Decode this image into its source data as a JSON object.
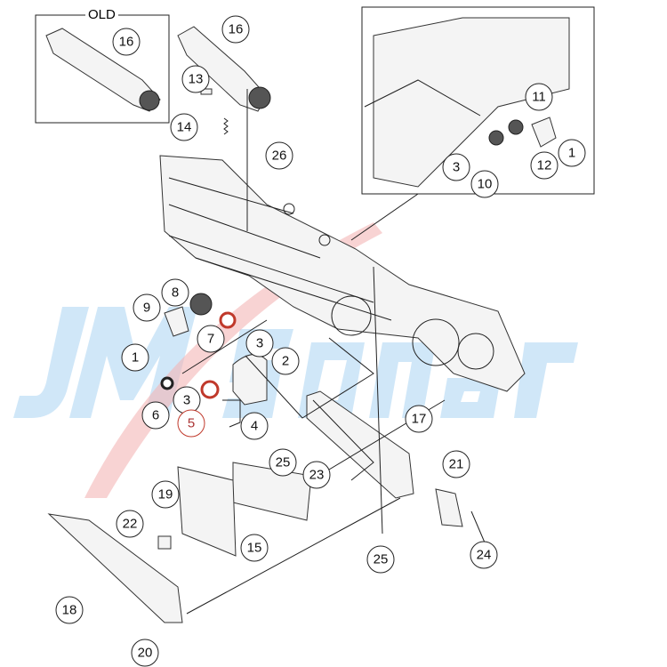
{
  "diagram": {
    "old_label": "OLD",
    "watermark": "JMSonar",
    "accent_red": "#c0392b",
    "watermark_color": "#a9d4f2",
    "callouts": [
      {
        "id": "c-16-old",
        "label": "16"
      },
      {
        "id": "c-16",
        "label": "16"
      },
      {
        "id": "c-13",
        "label": "13"
      },
      {
        "id": "c-14",
        "label": "14"
      },
      {
        "id": "c-26",
        "label": "26"
      },
      {
        "id": "c-11",
        "label": "11"
      },
      {
        "id": "c-3-inset",
        "label": "3"
      },
      {
        "id": "c-10",
        "label": "10"
      },
      {
        "id": "c-12",
        "label": "12"
      },
      {
        "id": "c-1-inset",
        "label": "1"
      },
      {
        "id": "c-9",
        "label": "9"
      },
      {
        "id": "c-8",
        "label": "8"
      },
      {
        "id": "c-7",
        "label": "7"
      },
      {
        "id": "c-3-a",
        "label": "3"
      },
      {
        "id": "c-1",
        "label": "1"
      },
      {
        "id": "c-2",
        "label": "2"
      },
      {
        "id": "c-3-b",
        "label": "3"
      },
      {
        "id": "c-6",
        "label": "6"
      },
      {
        "id": "c-5",
        "label": "5"
      },
      {
        "id": "c-4",
        "label": "4"
      },
      {
        "id": "c-25-a",
        "label": "25"
      },
      {
        "id": "c-17",
        "label": "17"
      },
      {
        "id": "c-23",
        "label": "23"
      },
      {
        "id": "c-21",
        "label": "21"
      },
      {
        "id": "c-19",
        "label": "19"
      },
      {
        "id": "c-22",
        "label": "22"
      },
      {
        "id": "c-15",
        "label": "15"
      },
      {
        "id": "c-25-b",
        "label": "25"
      },
      {
        "id": "c-24",
        "label": "24"
      },
      {
        "id": "c-18",
        "label": "18"
      },
      {
        "id": "c-20",
        "label": "20"
      }
    ]
  }
}
